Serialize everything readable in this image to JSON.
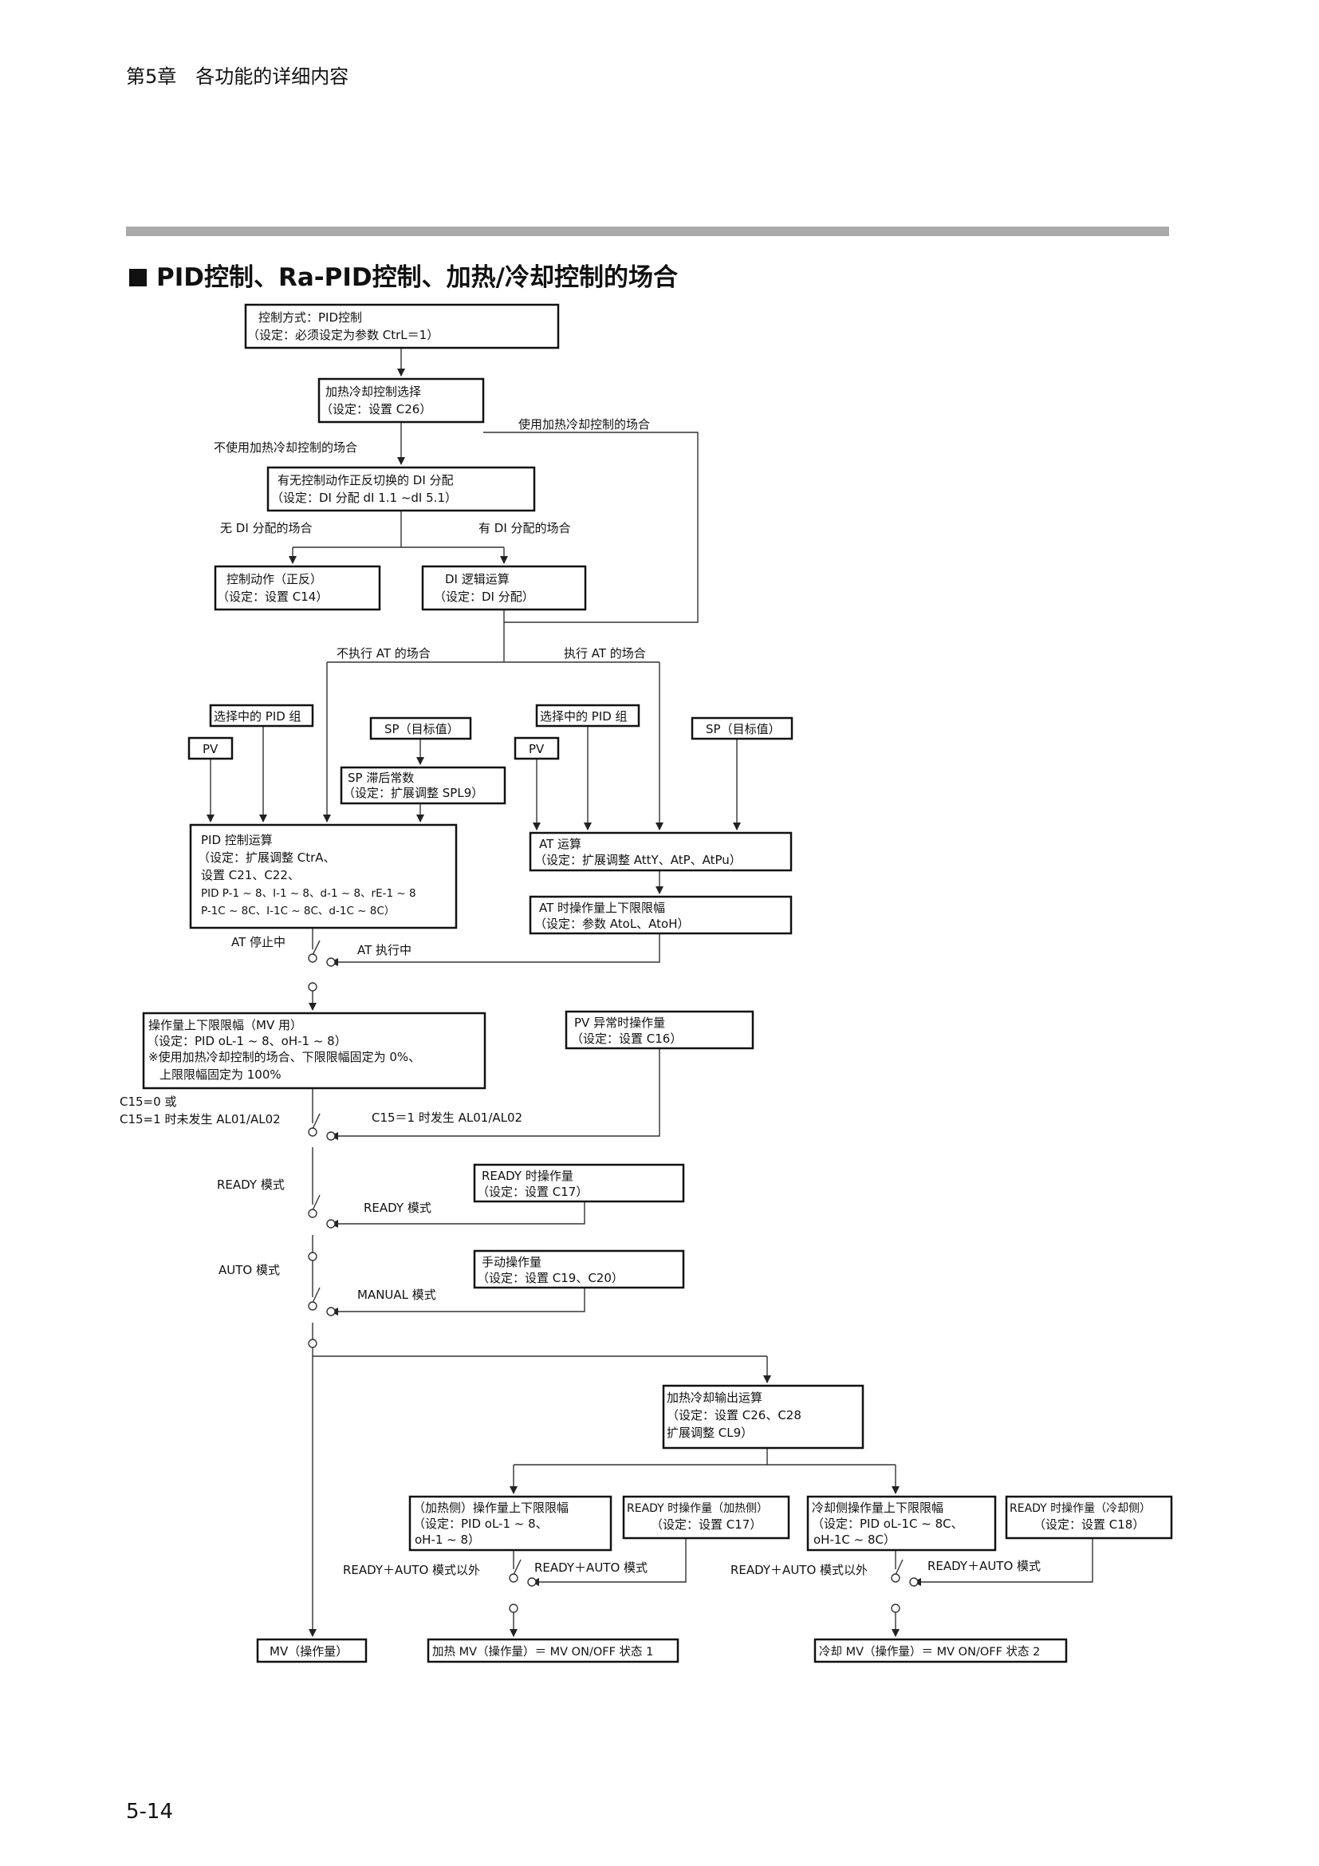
{
  "header": {
    "chapter": "第5章　各功能的详细内容",
    "section_title": "PID控制、Ra-PID控制、加热/冷却控制的场合"
  },
  "footer": {
    "page_number": "5-14"
  },
  "boxes": {
    "ctrl_method": {
      "line1": "控制方式：PID控制",
      "line2": "（设定：必须设定为参数 CtrL＝1）"
    },
    "heatcool_sel": {
      "line1": "加热冷却控制选择",
      "line2": "（设定：设置 C26）"
    },
    "di_assign": {
      "line1": "有无控制动作正反切换的 DI 分配",
      "line2": "（设定：DI 分配 dI 1.1 ~dI 5.1）"
    },
    "ctrl_action": {
      "line1": "控制动作（正反）",
      "line2": "（设定：设置 C14）"
    },
    "di_logic": {
      "line1": "DI 逻辑运算",
      "line2": "（设定：DI 分配）"
    },
    "pid_group_1": {
      "line1": "选择中的 PID 组"
    },
    "sp_1": {
      "line1": "SP（目标值）"
    },
    "pv_1": {
      "line1": "PV"
    },
    "sp_lag": {
      "line1": "SP 滞后常数",
      "line2": "（设定：扩展调整 SPL9）"
    },
    "pid_group_2": {
      "line1": "选择中的 PID 组"
    },
    "sp_2": {
      "line1": "SP（目标值）"
    },
    "pv_2": {
      "line1": "PV"
    },
    "pid_calc": {
      "line1": "PID 控制运算",
      "line2": "（设定：扩展调整 CtrA、",
      "line3": "设置 C21、C22、",
      "line4": "PID P-1 ~ 8、I-1 ~ 8、d-1 ~ 8、rE-1 ~ 8",
      "line5": "P-1C ~ 8C、I-1C ~ 8C、d-1C ~ 8C）"
    },
    "at_calc": {
      "line1": "AT 运算",
      "line2": "（设定：扩展调整 AttY、AtP、AtPu）"
    },
    "at_mv_limit": {
      "line1": "AT 时操作量上下限限幅",
      "line2": "（设定：参数 AtoL、AtoH）"
    },
    "mv_limit": {
      "line1": "操作量上下限限幅（MV 用）",
      "line2": "（设定：PID oL-1 ~ 8、oH-1 ~ 8）",
      "line3": "※使用加热冷却控制的场合、下限限幅固定为 0%、",
      "line4": "上限限幅固定为 100%"
    },
    "pv_abnormal": {
      "line1": "PV 异常时操作量",
      "line2": "（设定：设置 C16）"
    },
    "ready_mv": {
      "line1": "READY 时操作量",
      "line2": "（设定：设置 C17）"
    },
    "manual_mv": {
      "line1": "手动操作量",
      "line2": "（设定：设置 C19、C20）"
    },
    "hc_output": {
      "line1": "加热冷却输出运算",
      "line2": "（设定：设置 C26、C28",
      "line3": "扩展调整 CL9）"
    },
    "heat_limit": {
      "line1": "（加热侧）操作量上下限限幅",
      "line2": "（设定：PID oL-1 ~ 8、",
      "line3": "oH-1 ~ 8）"
    },
    "ready_heat": {
      "line1": "READY 时操作量（加热侧）",
      "line2": "（设定：设置 C17）"
    },
    "cool_limit": {
      "line1": "冷却侧操作量上下限限幅",
      "line2": "（设定：PID oL-1C ~ 8C、",
      "line3": "oH-1C ~ 8C）"
    },
    "ready_cool": {
      "line1": "READY 时操作量（冷却侧）",
      "line2": "（设定：设置 C18）"
    },
    "mv_out": {
      "line1": "MV（操作量）"
    },
    "heat_mv_out": {
      "line1": "加热 MV（操作量）＝ MV ON/OFF 状态 1"
    },
    "cool_mv_out": {
      "line1": "冷却 MV（操作量）＝ MV ON/OFF 状态 2"
    }
  },
  "labels": {
    "use_heatcool": "使用加热冷却控制的场合",
    "no_heatcool": "不使用加热冷却控制的场合",
    "no_di": "无 DI 分配的场合",
    "has_di": "有 DI 分配的场合",
    "no_at": "不执行 AT 的场合",
    "do_at": "执行 AT 的场合",
    "at_stopped": "AT 停止中",
    "at_running": "AT 执行中",
    "c15_line1": "C15=0 或",
    "c15_line2": "C15=1 时未发生 AL01/AL02",
    "c15_alarm": "C15＝1 时发生 AL01/AL02",
    "ready_mode_left": "READY 模式",
    "ready_mode_right": "READY 模式",
    "auto_mode": "AUTO 模式",
    "manual_mode": "MANUAL 模式",
    "heat_not_ready_auto": "READY＋AUTO 模式以外",
    "heat_ready_auto": "READY＋AUTO 模式",
    "cool_not_ready_auto": "READY＋AUTO 模式以外",
    "cool_ready_auto": "READY＋AUTO 模式"
  }
}
